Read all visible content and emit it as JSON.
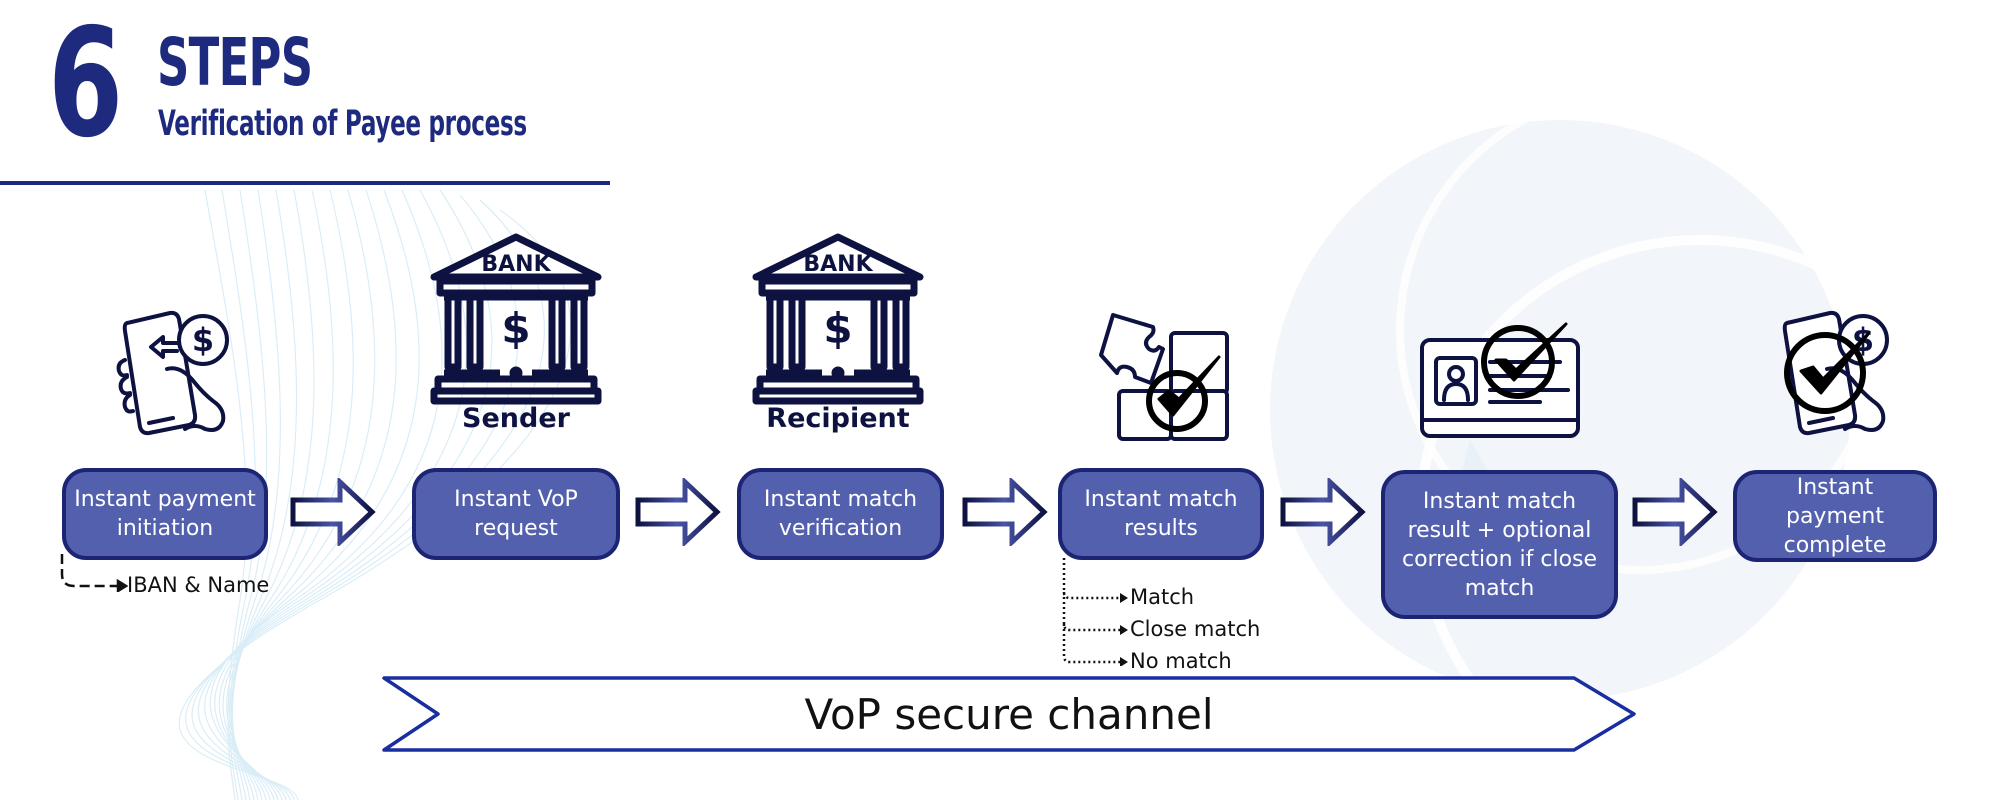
{
  "header": {
    "number": "6",
    "title": "STEPS",
    "subtitle": "Verification of Payee process"
  },
  "colors": {
    "primary_navy": "#1e2a7d",
    "box_fill": "#5360ae",
    "box_border": "#1c2474",
    "icon_dark": "#0d1240",
    "channel_border": "#1a2ea0"
  },
  "steps": [
    {
      "label": "Instant payment\ninitiation",
      "icon": "phone-payment-icon"
    },
    {
      "label": "Instant VoP\nrequest",
      "icon": "bank-icon",
      "icon_caption": "Sender",
      "icon_text": "BANK"
    },
    {
      "label": "Instant match\nverification",
      "icon": "bank-icon",
      "icon_caption": "Recipient",
      "icon_text": "BANK"
    },
    {
      "label": "Instant match\nresults",
      "icon": "puzzle-check-icon"
    },
    {
      "label": "Instant match\nresult + optional\ncorrection if close\nmatch",
      "icon": "id-card-check-icon"
    },
    {
      "label": "Instant payment\ncomplete",
      "icon": "phone-payment-check-icon"
    }
  ],
  "notes": {
    "initiation_output": "IBAN & Name",
    "results_outcomes": [
      "Match",
      "Close match",
      "No match"
    ]
  },
  "channel": {
    "label": "VoP secure channel"
  }
}
